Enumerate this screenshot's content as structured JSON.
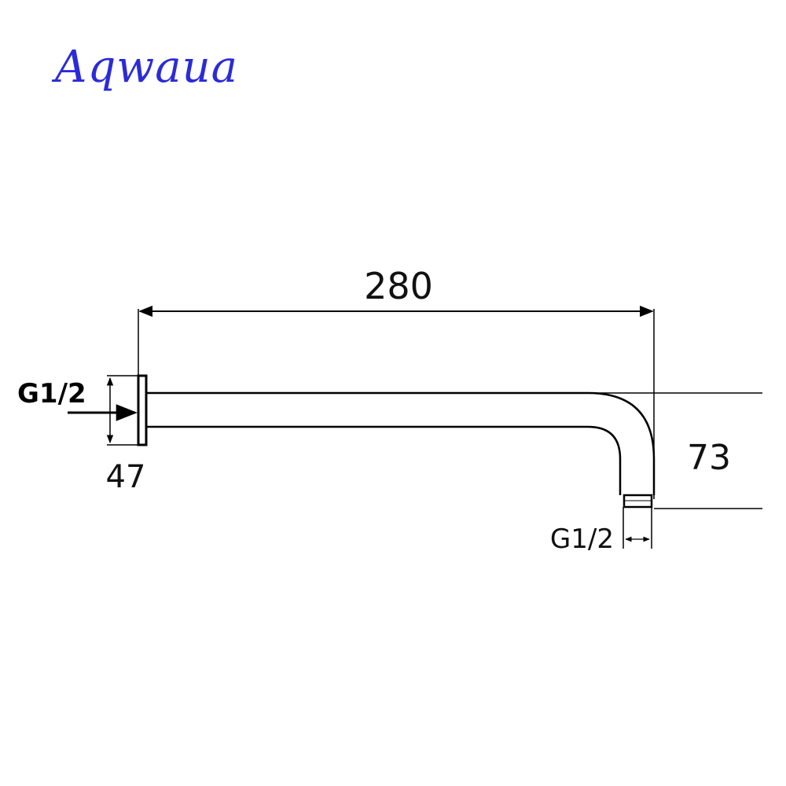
{
  "brand": {
    "name": "Aqwaua",
    "color": "#2b2bd9"
  },
  "dimensions": {
    "length": "280",
    "flange_diameter": "47",
    "drop_height": "73",
    "inlet_thread": "G1/2",
    "outlet_thread": "G1/2"
  },
  "colors": {
    "line": "#000000",
    "text": "#111111"
  }
}
